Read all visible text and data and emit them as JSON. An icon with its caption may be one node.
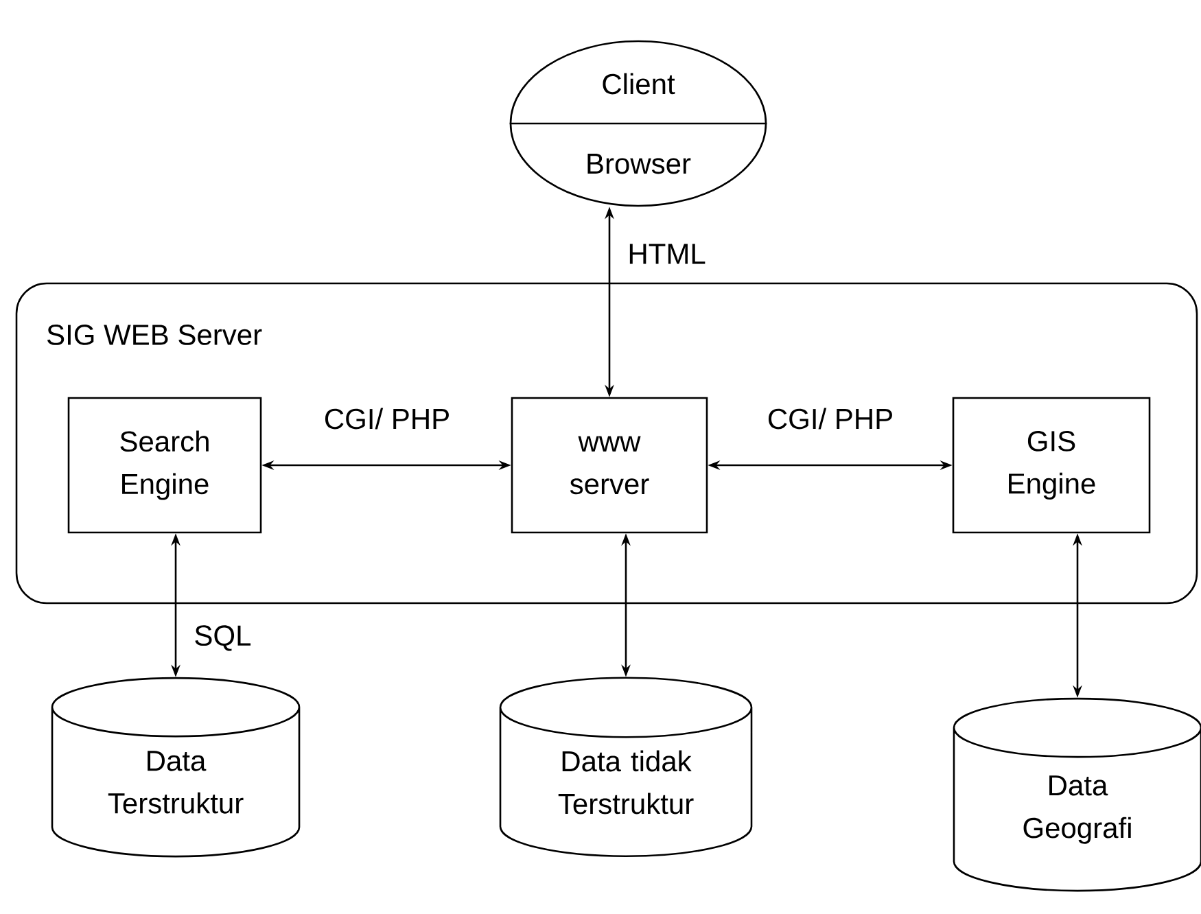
{
  "diagram": {
    "nodes": [
      {
        "text": [
          "Client",
          "Browser"
        ]
      },
      {
        "text": [
          "SIG WEB Server"
        ]
      },
      {
        "text": [
          "Search Engine"
        ],
        "in": 1
      },
      {
        "text": [
          "www server"
        ],
        "in": 1
      },
      {
        "text": [
          "GIS Engine"
        ],
        "in": 1
      },
      {
        "text": [
          "Data Terstruktur"
        ]
      },
      {
        "text": [
          "Data tidak Terstruktur"
        ]
      },
      {
        "text": [
          "Data Geografi"
        ]
      }
    ],
    "edges": [
      {
        "from": 0,
        "to": 3,
        "arrow": "both",
        "label": "HTML"
      },
      {
        "from": 2,
        "to": 3,
        "arrow": "both",
        "label": "CGI/ PHP"
      },
      {
        "from": 3,
        "to": 4,
        "arrow": "both",
        "label": "CGI/ PHP"
      },
      {
        "from": 2,
        "to": 5,
        "arrow": "both",
        "label": "SQL"
      },
      {
        "from": 3,
        "to": 6,
        "arrow": "both"
      },
      {
        "from": 4,
        "to": 7,
        "arrow": "both"
      }
    ]
  }
}
